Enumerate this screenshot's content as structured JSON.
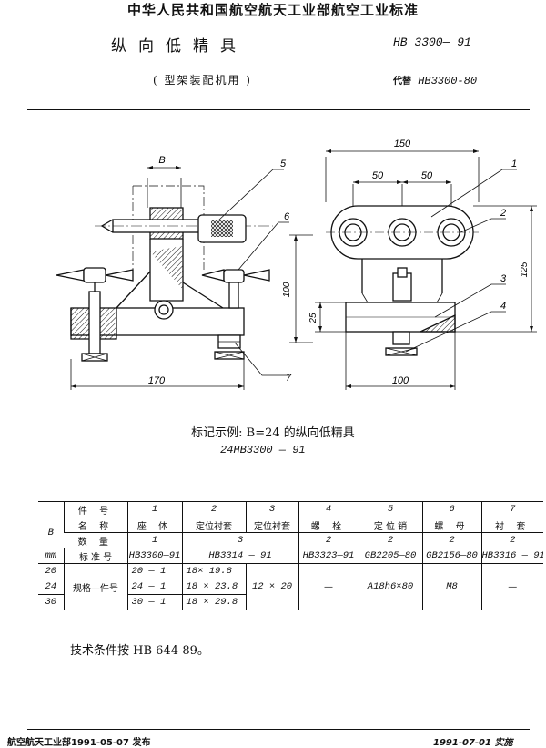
{
  "header": {
    "organization": "中华人民共和国航空航天工业部航空工业标准",
    "title": "纵向低精具",
    "subtitle": "( 型架装配机用 )",
    "standard_no": "HB 3300— 91",
    "replaces_label": "代替",
    "replaces_no": "HB3300-80"
  },
  "drawing": {
    "callouts": [
      "1",
      "2",
      "3",
      "4",
      "5",
      "6",
      "7"
    ],
    "dims": {
      "B": "B",
      "d170": "170",
      "d100_height": "100",
      "d25": "25",
      "d150": "150",
      "d50a": "50",
      "d50b": "50",
      "d125": "125",
      "d100_width": "100"
    }
  },
  "example": {
    "caption": "标记示例:  B=24 的纵向低精具",
    "code": "24HB3300 — 91"
  },
  "table": {
    "row_titles": [
      "件  号",
      "名  称",
      "数  量",
      "标 准 号"
    ],
    "col_B": "B",
    "unit_mm": "mm",
    "part_nos": [
      "1",
      "2",
      "3",
      "4",
      "5",
      "6",
      "7"
    ],
    "names": [
      "座  体",
      "定位衬套",
      "定位衬套",
      "螺  栓",
      "定 位 销",
      "螺  母",
      "衬  套"
    ],
    "qty": [
      "1",
      "3",
      "2",
      "2",
      "2",
      "2"
    ],
    "std": [
      "HB3300—91",
      "HB3314 — 91",
      "HB3323—91",
      "GB2205—80",
      "GB2156—80",
      "HB3316 — 91"
    ],
    "b_values": [
      "20",
      "24",
      "30"
    ],
    "group_label": "规格—件号",
    "c1": [
      "20 — 1",
      "24 — 1",
      "30 — 1"
    ],
    "c2": [
      "18× 19.8",
      "18 × 23.8",
      "18 × 29.8"
    ],
    "c3": "12 × 20",
    "c4": "—",
    "c5": "A18h6×80",
    "c6": "M8",
    "c7": "—"
  },
  "note": "技术条件按 HB 644-89。",
  "footer": {
    "left": "航空航天工业部1991-05-07  发布",
    "right": "1991-07-01  实施"
  }
}
